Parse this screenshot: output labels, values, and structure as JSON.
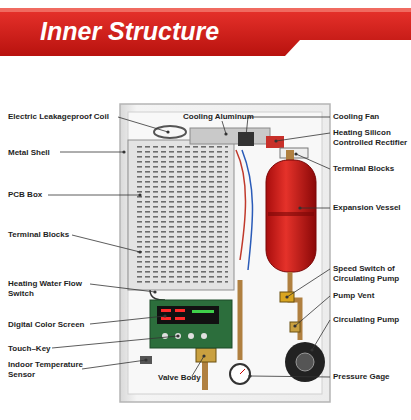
{
  "diagram": {
    "title": "Inner Structure",
    "labels": [
      "Electric Leakageproof Coil",
      "Cooling Aluminum",
      "Cooling Fan",
      "Heating Silicon Controlled Rectifier",
      "Metal Shell",
      "Terminal Blocks",
      "PCB Box",
      "Expansion Vessel",
      "Terminal Blocks",
      "Speed Switch of Circulating Pump",
      "Heating Water Flow Switch",
      "Pump Vent",
      "Circulating Pump",
      "Digital Color Screen",
      "Touch–Key",
      "Indoor Temperature Sensor",
      "Valve Body",
      "Pressure Gage"
    ]
  }
}
